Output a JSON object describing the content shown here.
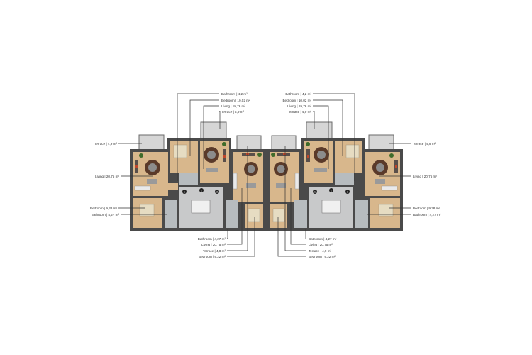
{
  "labels": {
    "top_left": [
      "Bathroom | 4,2 m²",
      "Bedroom | 10,02 m²",
      "Living | 19,76 m²",
      "Terrace | 4,9 m²"
    ],
    "left": [
      "Terrace | 4,9 m²",
      "Living | 20,75 m²",
      "Bedroom | 9,38 m²",
      "Bathroom | 4,27 m²"
    ],
    "top_right": [
      "Bathroom | 4,2 m²",
      "Bedroom | 10,02 m²",
      "Living | 19,76 m²",
      "Terrace | 4,9 m²"
    ],
    "right": [
      "Terrace | 4,9 m²",
      "Living | 20,75 m²",
      "Bedroom | 9,38 m²",
      "Bathroom | 4,27 m²"
    ],
    "bottom_left": [
      "Bathroom | 4,27 m²",
      "Living | 20,75 m²",
      "Terrace | 4,8 m²",
      "Bedroom | 9,22 m²"
    ],
    "bottom_right": [
      "Bathroom | 4,27 m²",
      "Living | 20,75 m²",
      "Terrace | 4,9 m²",
      "Bedroom | 9,22 m²"
    ]
  },
  "stair_numbers": [
    "1",
    "2",
    "3"
  ],
  "colors": {
    "floor": "#d8b78c",
    "wall": "#4a4a4a",
    "wet_area": "#b7bcbf"
  }
}
